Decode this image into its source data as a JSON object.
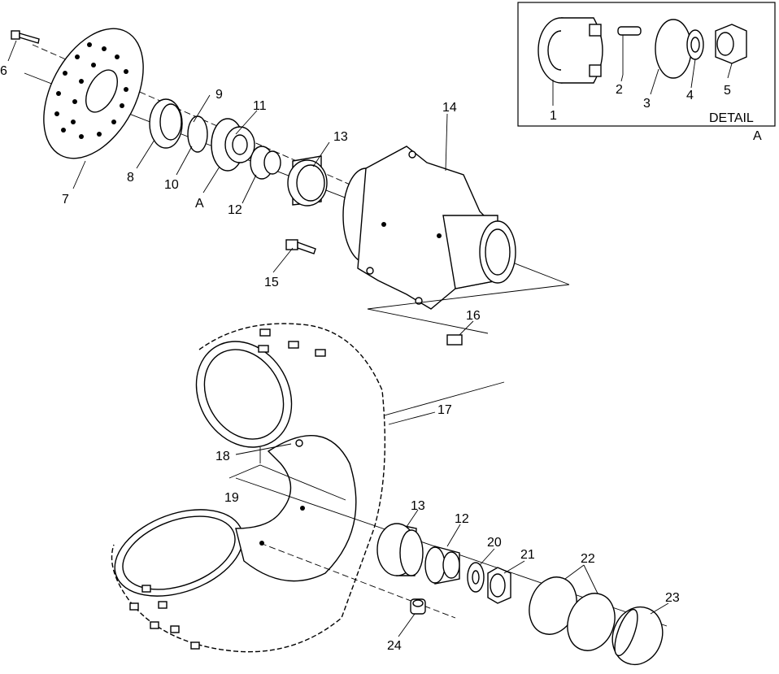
{
  "detail": {
    "title": "DETAIL",
    "letter": "A",
    "labels": [
      "1",
      "2",
      "3",
      "4",
      "5"
    ]
  },
  "callouts": {
    "c1": "6",
    "c2": "7",
    "c3": "8",
    "c4": "9",
    "c5": "10",
    "c6": "11",
    "c7": "A",
    "c8": "12",
    "c9": "13",
    "c10": "14",
    "c11": "15",
    "c12": "16",
    "c13": "17",
    "c14": "18",
    "c15": "19",
    "c16": "13",
    "c17": "12",
    "c18": "20",
    "c19": "21",
    "c20": "22",
    "c21": "23",
    "c22": "24"
  }
}
